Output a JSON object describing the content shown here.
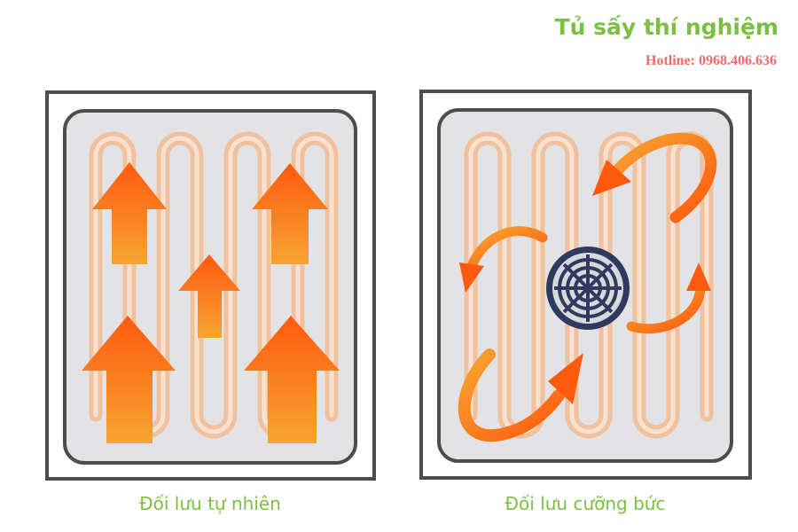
{
  "header": {
    "title": "Tủ sấy thí nghiệm",
    "hotline": "Hotline: 0968.406.636"
  },
  "panels": [
    {
      "caption": "Đối lưu tự nhiên"
    },
    {
      "caption": "Đối lưu cưỡng bức"
    }
  ],
  "colors": {
    "brand_green": "#7cc043",
    "hotline_red": "#f26b6b",
    "frame_gray": "#4d4d4d",
    "panel_fill": "#e3e3e5",
    "heater_coil": "#f0c19e",
    "arrow_orange": "#ff6a13",
    "arrow_yellow": "#f7a531",
    "fan_navy": "#2f3a5e"
  },
  "icons": {
    "heater": "heater-coil-icon",
    "up_arrow": "up-arrow-icon",
    "curved_arrow": "curved-arrow-icon",
    "fan": "fan-icon"
  }
}
